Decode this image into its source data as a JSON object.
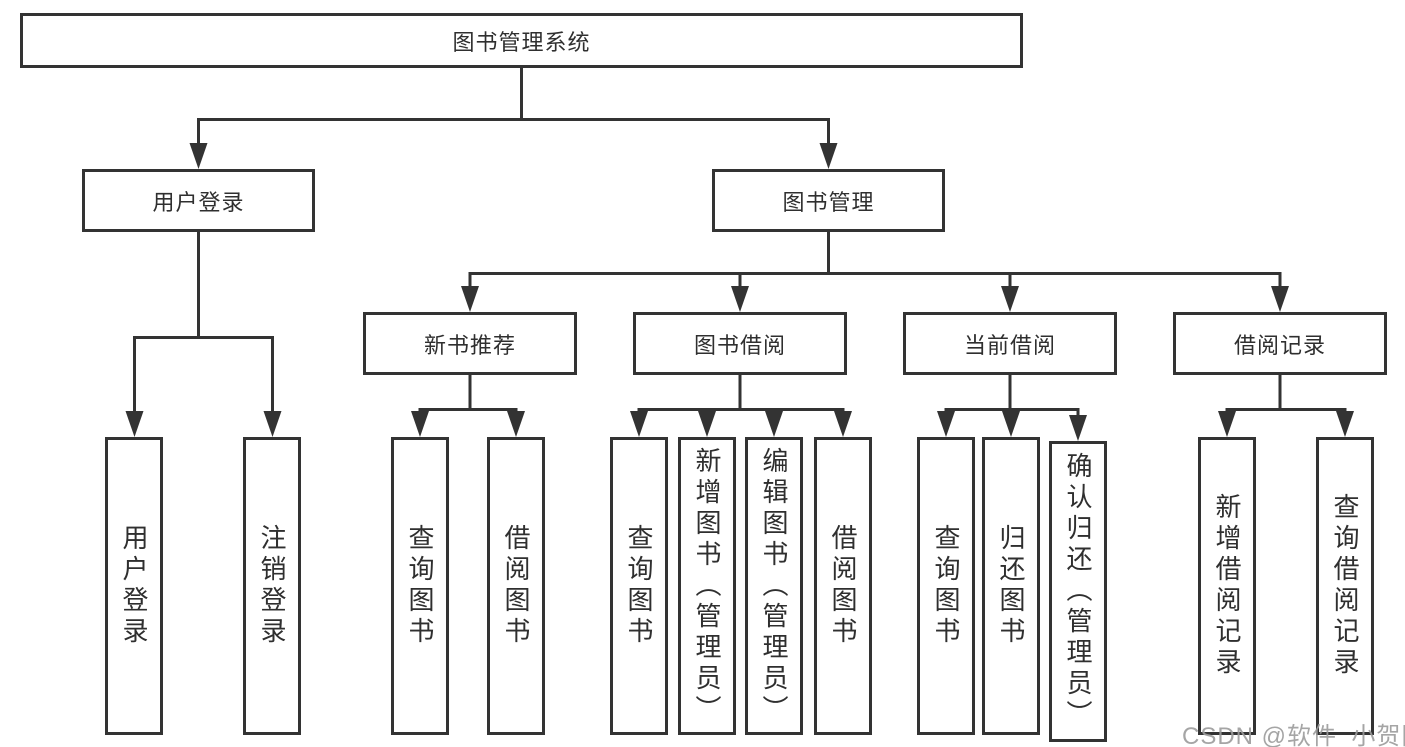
{
  "diagram_title": "图书管理系统",
  "tree": {
    "label": "图书管理系统",
    "children": [
      {
        "label": "用户登录",
        "children": [
          {
            "label": "用户登录"
          },
          {
            "label": "注销登录"
          }
        ]
      },
      {
        "label": "图书管理",
        "children": [
          {
            "label": "新书推荐",
            "children": [
              {
                "label": "查询图书"
              },
              {
                "label": "借阅图书"
              }
            ]
          },
          {
            "label": "图书借阅",
            "children": [
              {
                "label": "查询图书"
              },
              {
                "label": "新增图书（管理员）"
              },
              {
                "label": "编辑图书（管理员）"
              },
              {
                "label": "借阅图书"
              }
            ]
          },
          {
            "label": "当前借阅",
            "children": [
              {
                "label": "查询图书"
              },
              {
                "label": "归还图书"
              },
              {
                "label": "确认归还（管理员）"
              }
            ]
          },
          {
            "label": "借阅记录",
            "children": [
              {
                "label": "新增借阅记录"
              },
              {
                "label": "查询借阅记录"
              }
            ]
          }
        ]
      }
    ]
  },
  "watermark": {
    "text": "CSDN @软件_小贺同学"
  },
  "colors": {
    "line": "#333333",
    "box_border": "#333333",
    "text": "#2f2f2f",
    "background": "#ffffff",
    "watermark": "#9c9c9c"
  }
}
